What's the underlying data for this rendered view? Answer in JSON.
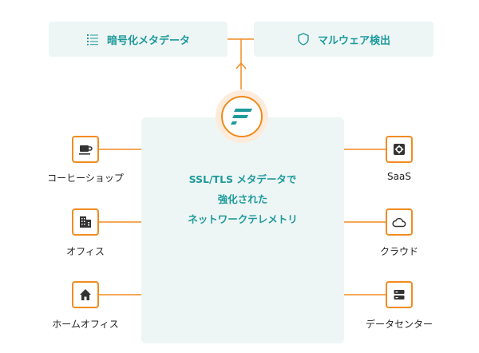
{
  "top_items": [
    {
      "label": "暗号化メタデータ",
      "icon": "list-icon"
    },
    {
      "label": "マルウェア検出",
      "icon": "shield-icon"
    }
  ],
  "center": {
    "lines": [
      "SSL/TLS メタデータで",
      "強化された",
      "ネットワークテレメトリ"
    ],
    "logo": "flow-logo-icon"
  },
  "left_nodes": [
    {
      "label": "コーヒーショップ",
      "icon": "coffee-cup-icon"
    },
    {
      "label": "オフィス",
      "icon": "office-building-icon"
    },
    {
      "label": "ホームオフィス",
      "icon": "home-icon"
    }
  ],
  "right_nodes": [
    {
      "label": "SaaS",
      "icon": "settings-gear-icon"
    },
    {
      "label": "クラウド",
      "icon": "cloud-icon"
    },
    {
      "label": "データセンター",
      "icon": "server-rack-icon"
    }
  ],
  "colors": {
    "accent_orange": "#f08c22",
    "teal_text": "#1e9a9c",
    "panel_bg": "#eef6f5"
  }
}
